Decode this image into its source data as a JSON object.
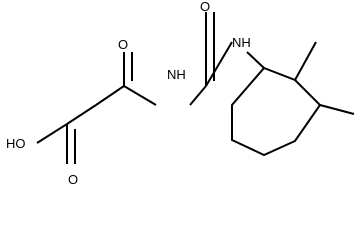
{
  "molecule": {
    "atoms": {
      "carbonyl_oxygen_top": "O",
      "carbonyl_oxygen_left": "O",
      "amide_nitrogen_middle": "NH",
      "amide_nitrogen_right": "NH",
      "acid_hydroxyl": "HO",
      "acid_carbonyl_oxygen": "O"
    },
    "colors": {
      "bond": "#000000",
      "text": "#000000",
      "background": "#ffffff"
    }
  }
}
